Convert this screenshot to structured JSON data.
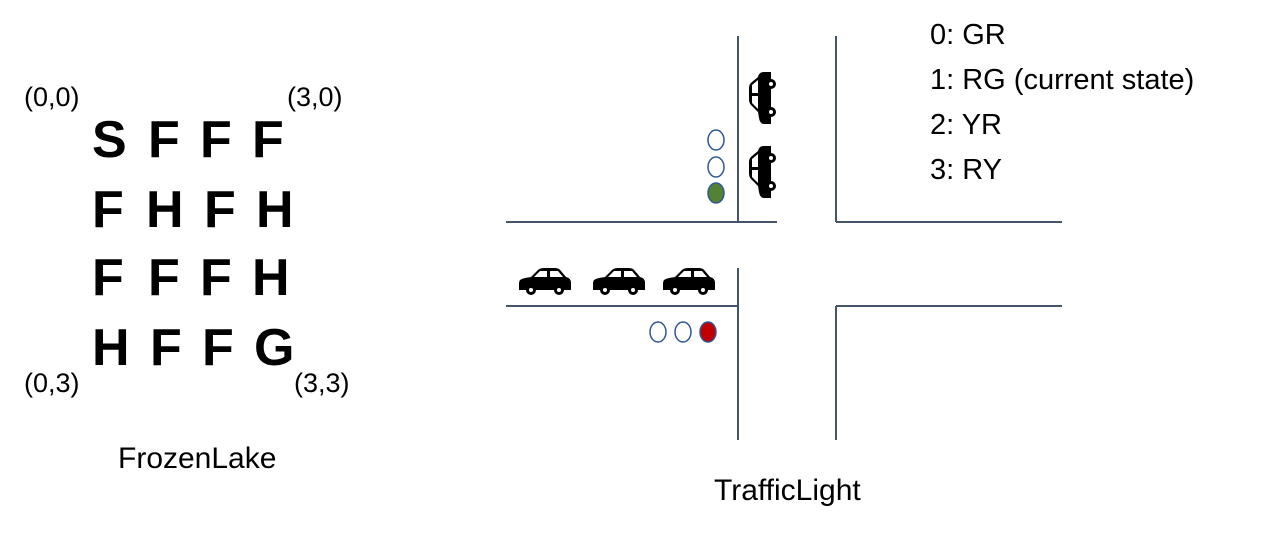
{
  "frozenlake": {
    "grid": [
      [
        "S",
        "F",
        "F",
        "F"
      ],
      [
        "F",
        "H",
        "F",
        "H"
      ],
      [
        "F",
        "F",
        "F",
        "H"
      ],
      [
        "H",
        "F",
        "F",
        "G"
      ]
    ],
    "corner_labels": {
      "top_left": "(0,0)",
      "top_right": "(3,0)",
      "bottom_left": "(0,3)",
      "bottom_right": "(3,3)"
    },
    "caption": "FrozenLake"
  },
  "trafficlight": {
    "caption": "TrafficLight",
    "states": [
      "0: GR",
      "1: RG (current state)",
      "2: YR",
      "3: RY"
    ],
    "colors": {
      "road_line": "#44546a",
      "light_outline": "#2f5597",
      "green_light": "#548235",
      "red_light": "#c00000",
      "car": "#000000"
    },
    "vertical_signal": [
      "off",
      "off",
      "green"
    ],
    "horizontal_signal": [
      "off",
      "off",
      "red"
    ],
    "vertical_cars": 2,
    "horizontal_cars": 3
  }
}
